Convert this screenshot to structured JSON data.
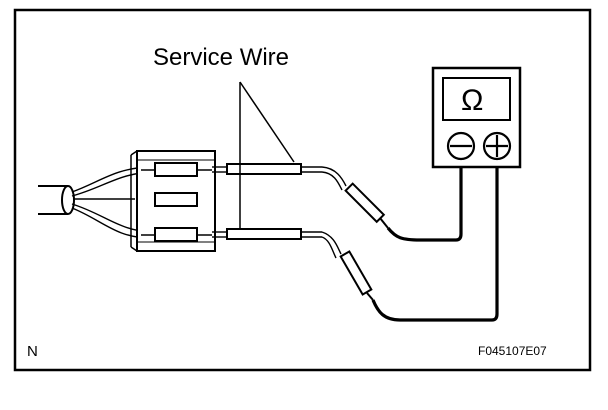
{
  "labels": {
    "service_wire": "Service Wire",
    "ohm_symbol": "Ω",
    "corner_letter": "N",
    "figure_code": "F045107E07"
  },
  "colors": {
    "line": "#000000",
    "background": "#ffffff"
  },
  "icons": {
    "negative_terminal": "minus-circle-icon",
    "positive_terminal": "plus-circle-icon"
  }
}
